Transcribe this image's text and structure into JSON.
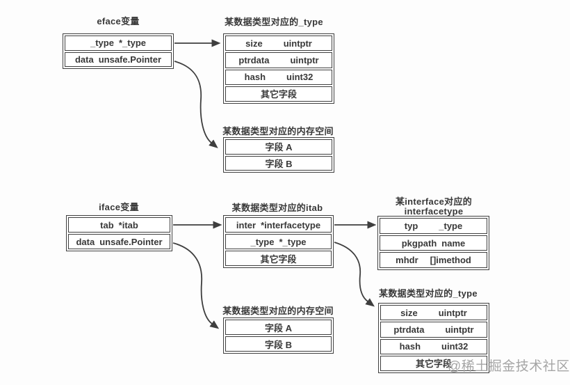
{
  "eface": {
    "title": "eface变量",
    "rows": [
      {
        "field": "_type",
        "type": "*_type"
      },
      {
        "field": "data",
        "type": "unsafe.Pointer"
      }
    ]
  },
  "eface_type": {
    "title": "某数据类型对应的_type",
    "rows": [
      {
        "field": "size",
        "type": "uintptr"
      },
      {
        "field": "ptrdata",
        "type": "uintptr"
      },
      {
        "field": "hash",
        "type": "uint32"
      },
      {
        "label": "其它字段"
      }
    ]
  },
  "eface_mem": {
    "title": "某数据类型对应的内存空间",
    "rows": [
      {
        "label": "字段 A"
      },
      {
        "label": "字段 B"
      }
    ]
  },
  "iface": {
    "title": "iface变量",
    "rows": [
      {
        "field": "tab",
        "type": "*itab"
      },
      {
        "field": "data",
        "type": "unsafe.Pointer"
      }
    ]
  },
  "itab": {
    "title": "某数据类型对应的itab",
    "rows": [
      {
        "field": "inter",
        "type": "*interfacetype"
      },
      {
        "field": "_type",
        "type": "*_type"
      },
      {
        "label": "其它字段"
      }
    ]
  },
  "interfacetype": {
    "title_line1": "某interface对应的",
    "title_line2": "interfacetype",
    "rows": [
      {
        "field": "typ",
        "type": "_type"
      },
      {
        "field": "pkgpath",
        "type": "name"
      },
      {
        "field": "mhdr",
        "type": "[]imethod"
      }
    ]
  },
  "itab_type": {
    "title": "某数据类型对应的_type",
    "rows": [
      {
        "field": "size",
        "type": "uintptr"
      },
      {
        "field": "ptrdata",
        "type": "uintptr"
      },
      {
        "field": "hash",
        "type": "uint32"
      },
      {
        "label": "其它字段"
      }
    ]
  },
  "iface_mem": {
    "title": "某数据类型对应的内存空间",
    "rows": [
      {
        "label": "字段 A"
      },
      {
        "label": "字段 B"
      }
    ]
  },
  "watermark": "@稀土掘金技术社区",
  "colors": {
    "line": "#3e3e3e",
    "text": "#383838",
    "row_background": "#ffffff",
    "page_background": "#fdfdfd",
    "watermark": "#a5a5a5"
  }
}
